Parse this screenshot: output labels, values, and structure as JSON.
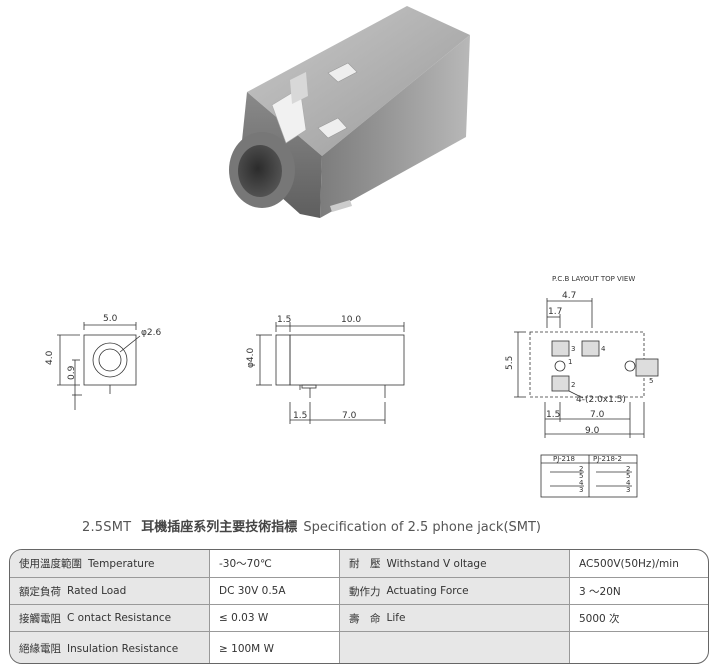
{
  "drawing": {
    "front_dims": {
      "width": "5.0",
      "diameter": "φ2.6",
      "height": "4.0",
      "pin": "0.9"
    },
    "side_dims": {
      "offset": "1.5",
      "length": "10.0",
      "diameter": "φ4.0",
      "pin_offset": "1.5",
      "pin_pitch": "7.0"
    },
    "pcb_layout": {
      "heading": "P.C.B LAYOUT   TOP VIEW",
      "dims": {
        "top_width": "4.7",
        "top_offset": "1.7",
        "height": "5.5",
        "bottom_offset": "1.5",
        "bottom_pitch": "7.0",
        "total_width": "9.0",
        "hole_note": "4-(2.0x1.5)"
      },
      "pads": [
        "3",
        "4",
        "1",
        "2",
        "5"
      ]
    },
    "schematics": {
      "left_label": "PJ-218",
      "right_label": "PJ-218-2",
      "pins": [
        "2",
        "5",
        "4",
        "3"
      ]
    }
  },
  "title": {
    "model": "2.5SMT",
    "zh": "耳機插座系列主要技術指標",
    "en": "Specification of 2.5 phone jack(SMT)"
  },
  "spec": {
    "rows": [
      {
        "label1_zh": "使用溫度範圍",
        "label1_en": "Temperature",
        "value1": "-30～70℃",
        "label2_zh": "耐　壓",
        "label2_en": "Withstand V oltage",
        "value2": "AC500V(50Hz)/min"
      },
      {
        "label1_zh": "額定負荷",
        "label1_en": "Rated Load",
        "value1": "DC  30V  0.5A",
        "label2_zh": "動作力",
        "label2_en": "Actuating Force",
        "value2": "3 ～20N"
      },
      {
        "label1_zh": "接觸電阻",
        "label1_en": "C ontact Resistance",
        "value1": "≤ 0.03 W",
        "label2_zh": "壽　命",
        "label2_en": "Life",
        "value2": "5000 次"
      },
      {
        "label1_zh": "絕緣電阻",
        "label1_en": "Insulation Resistance",
        "value1": "≥ 100M W",
        "label2_zh": "",
        "label2_en": "",
        "value2": ""
      }
    ]
  }
}
